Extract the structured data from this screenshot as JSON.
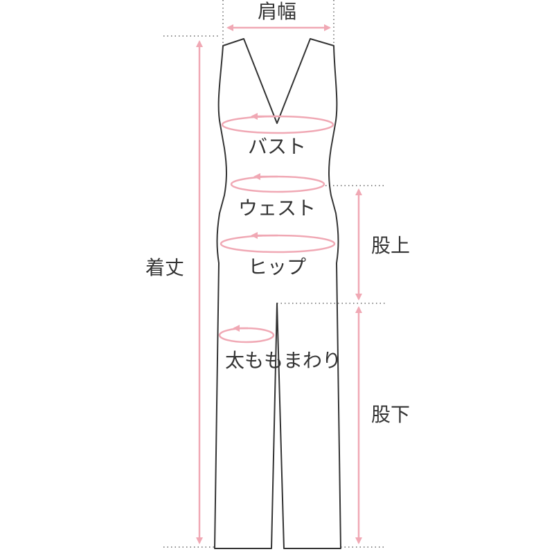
{
  "labels": {
    "shoulder_width": "肩幅",
    "bust": "バスト",
    "waist": "ウェスト",
    "hip": "ヒップ",
    "thigh": "太ももまわり",
    "total_length": "着丈",
    "rise": "股上",
    "inseam": "股下"
  },
  "colors": {
    "accent": "#f0a8b4",
    "outline": "#333333",
    "guide": "#666666",
    "text": "#333333"
  }
}
